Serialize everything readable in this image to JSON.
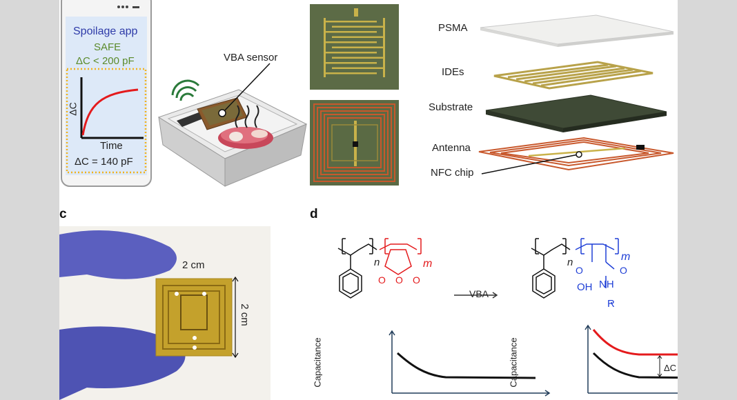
{
  "panel_letters": {
    "c": "c",
    "d": "d"
  },
  "phone": {
    "app_title": "Spoilage app",
    "status": "SAFE",
    "threshold": "ΔC < 200 pF",
    "y_axis": "ΔC",
    "x_axis": "Time",
    "reading": "ΔC = 140 pF"
  },
  "box": {
    "sensor_label": "VBA sensor"
  },
  "layers": {
    "psma": "PSMA",
    "ides": "IDEs",
    "substrate": "Substrate",
    "antenna": "Antenna",
    "nfc": "NFC chip"
  },
  "photo": {
    "width_label": "2 cm",
    "height_label": "2 cm"
  },
  "chem": {
    "left_n": "n",
    "left_m": "m",
    "arrow_label": "VBA",
    "right_n": "n",
    "right_m": "m",
    "oh": "OH",
    "nh": "NH",
    "r": "R",
    "o": "O"
  },
  "graphs": {
    "ylabel": "Capacitance",
    "delta": "ΔC"
  },
  "colors": {
    "red": "#e41a1c",
    "blue": "#1f3fd6",
    "copper": "#c86a3a",
    "gold": "#c9b24a"
  }
}
